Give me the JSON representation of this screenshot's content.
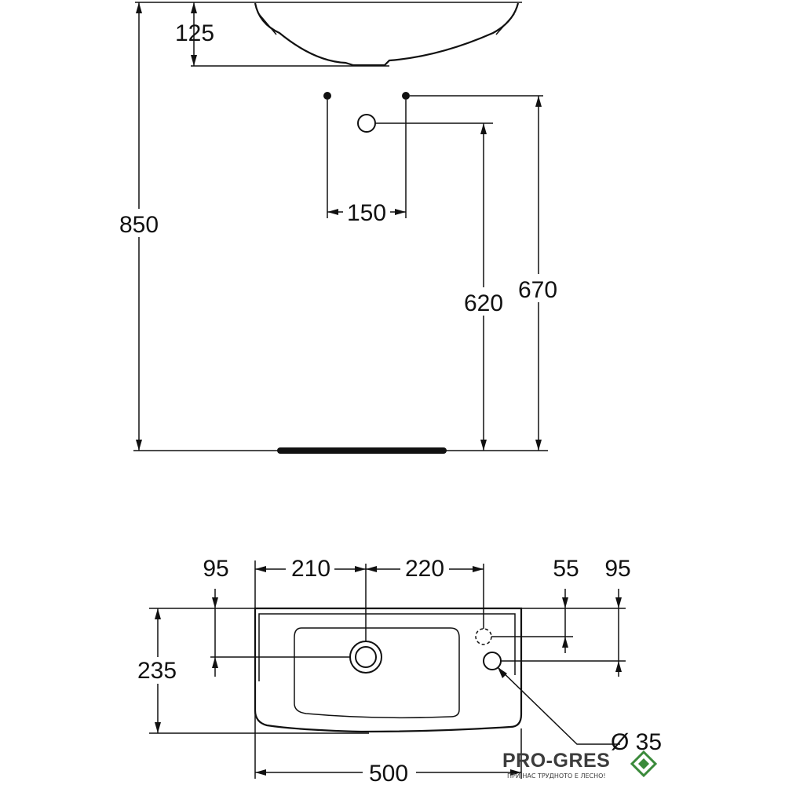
{
  "side_view": {
    "dim_basin_height": "125",
    "dim_total_height": "850",
    "dim_tap_spacing": "150",
    "dim_waste_height": "620",
    "dim_supply_height": "670"
  },
  "top_view": {
    "dim_left_offset": "95",
    "dim_to_drain": "210",
    "dim_drain_to_tap": "220",
    "dim_tap_alt_offset": "55",
    "dim_tap_offset": "95",
    "dim_depth": "235",
    "dim_width": "500",
    "dim_tap_hole_diameter": "Ø 35"
  },
  "logo": {
    "brand": "PRO-GRES",
    "slogan": "ПРИ НАС ТРУДНОТО Е ЛЕСНО!",
    "colors": {
      "text": "#3c3c3c",
      "diamond_green": "#3a8a3a"
    }
  }
}
